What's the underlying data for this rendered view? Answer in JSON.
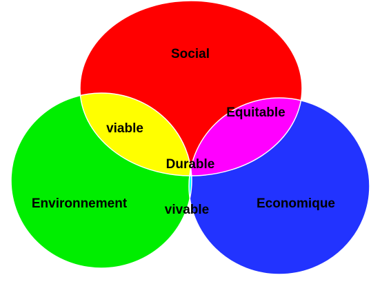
{
  "diagram": {
    "circles": [
      {
        "id": "social",
        "label": "Social",
        "color": "#ff0000"
      },
      {
        "id": "environnement",
        "label": "Environnement",
        "color": "#00ee00"
      },
      {
        "id": "economique",
        "label": "Economique",
        "color": "#2233ff"
      }
    ],
    "overlaps": [
      {
        "id": "viable",
        "label": "viable",
        "color": "#ffff00"
      },
      {
        "id": "equitable",
        "label": "Equitable",
        "color": "#ff00ff"
      },
      {
        "id": "vivable",
        "label": "vivable",
        "color": "#00ffff"
      },
      {
        "id": "durable",
        "label": "Durable",
        "color": "#ffffff"
      }
    ],
    "outline_color": "#ffffff"
  }
}
